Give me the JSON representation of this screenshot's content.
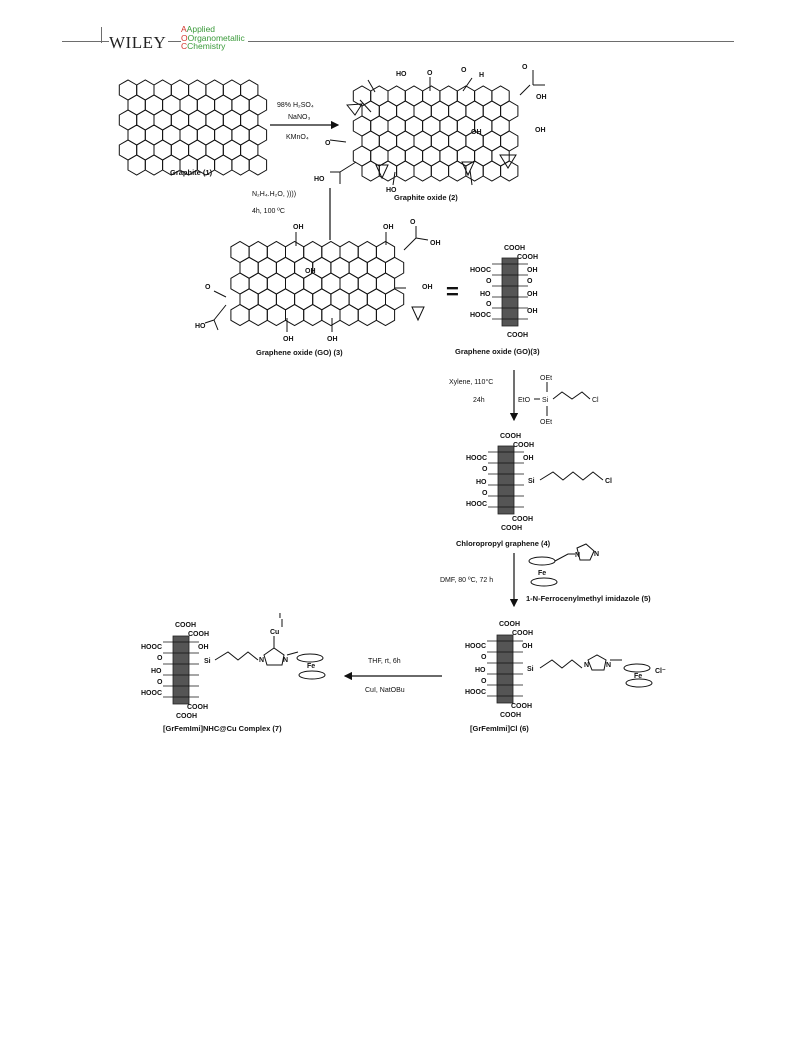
{
  "header": {
    "publisher": "WILEY",
    "journal_line1": "Applied",
    "journal_line2": "Organometallic",
    "journal_line3": "Chemistry"
  },
  "scheme": {
    "compounds": {
      "c1": "Graphite (1)",
      "c2": "Graphite oxide (2)",
      "c3": "Graphene oxide (GO) (3)",
      "c3b": "Graphene oxide (GO)(3)",
      "c4": "Chloropropyl graphene (4)",
      "c5": "1-N-Ferrocenylmethyl imidazole (5)",
      "c6": "[GrFemImi]Cl (6)",
      "c7": "[GrFemImi]NHC@Cu Complex (7)"
    },
    "conditions": {
      "step1_a": "98% H₂SO₄",
      "step1_b": "NaNO₃",
      "step1_c": "KMnO₄",
      "step2_a": "N₂H₄.H₂O, ))))",
      "step2_b": "4h, 100 ºC",
      "step3_a": "Xylene, 110°C",
      "step3_b": "24h",
      "step4_a": "DMF, 80 ºC, 72 h",
      "step5_a": "THF, rt, 6h",
      "step5_b": "CuI, NatOBu"
    },
    "equals": "=",
    "groups": {
      "cooh": "COOH",
      "hooc": "HOOC",
      "oh": "OH",
      "ho": "HO",
      "o": "O",
      "h": "H",
      "si": "Si",
      "cl": "Cl",
      "fe": "Fe",
      "oet": "OEt",
      "eto": "EtO",
      "cu": "Cu",
      "i": "I",
      "n": "N",
      "cl_minus": "Cl⁻"
    }
  }
}
